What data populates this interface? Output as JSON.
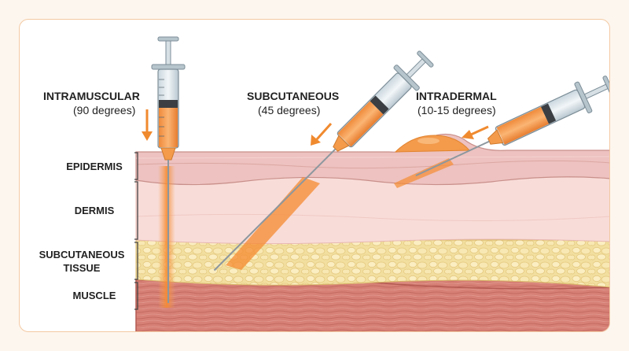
{
  "injections": [
    {
      "name": "INTRAMUSCULAR",
      "angle": "(90 degrees)"
    },
    {
      "name": "SUBCUTANEOUS",
      "angle": "(45 degrees)"
    },
    {
      "name": "INTRADERMAL",
      "angle": "(10-15 degrees)"
    }
  ],
  "layers": [
    "EPIDERMIS",
    "DERMIS",
    "SUBCUTANEOUS TISSUE",
    "MUSCLE"
  ],
  "colors": {
    "frame_border": "#f3c9a3",
    "epidermis": "#edc2c0",
    "dermis": "#f8dcd8",
    "fat": "#f2df9f",
    "muscle": "#d68076",
    "medication": "#f39a4b",
    "needle_glow": "#f7a25a"
  }
}
